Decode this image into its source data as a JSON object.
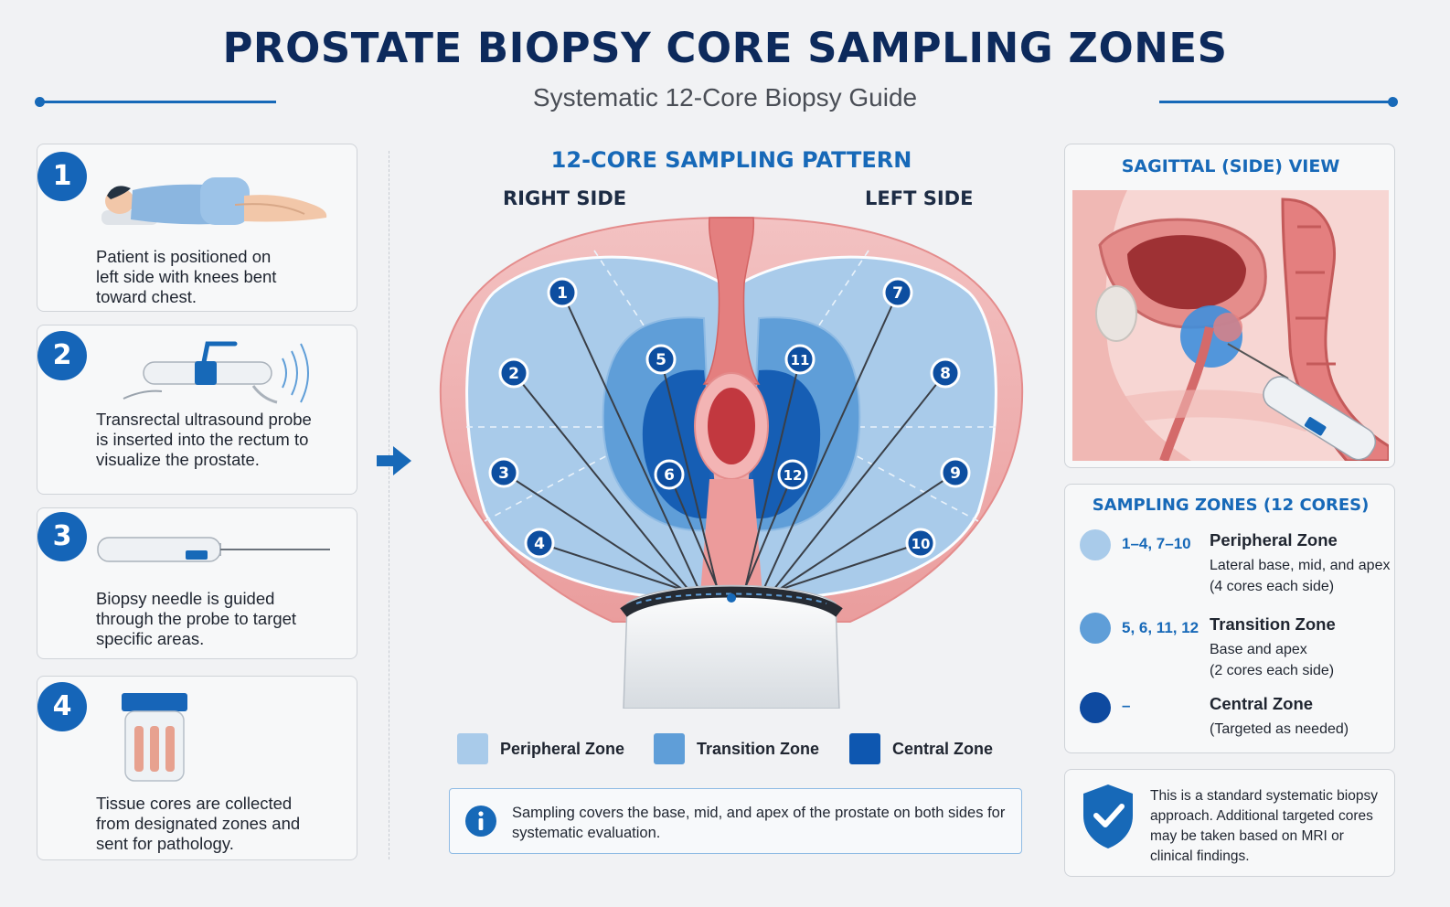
{
  "header": {
    "title": "PROSTATE BIOPSY CORE SAMPLING ZONES",
    "subtitle": "Systematic 12-Core Biopsy Guide"
  },
  "steps": [
    {
      "number": "1",
      "text": "Patient is positioned on left side with knees bent toward chest."
    },
    {
      "number": "2",
      "text": "Transrectal ultrasound probe is inserted into the rectum to visualize the prostate."
    },
    {
      "number": "3",
      "text": "Biopsy needle is guided through the probe to target specific areas."
    },
    {
      "number": "4",
      "text": "Tissue cores are collected from designated zones and sent for pathology."
    }
  ],
  "pattern": {
    "title": "12-CORE SAMPLING PATTERN",
    "right_label": "RIGHT SIDE",
    "left_label": "LEFT SIDE",
    "cores": [
      "1",
      "2",
      "3",
      "4",
      "5",
      "6",
      "7",
      "8",
      "9",
      "10",
      "11",
      "12"
    ]
  },
  "legend": [
    {
      "label": "Peripheral Zone",
      "color": "#a9cbea"
    },
    {
      "label": "Transition Zone",
      "color": "#5f9ed8"
    },
    {
      "label": "Central Zone",
      "color": "#0e57b0"
    }
  ],
  "info_note": "Sampling covers the base, mid, and apex of the prostate on both sides for systematic evaluation.",
  "sagittal": {
    "title": "SAGITTAL (SIDE) VIEW"
  },
  "zones": {
    "title": "SAMPLING ZONES (12 CORES)",
    "items": [
      {
        "cores": "1–4, 7–10",
        "name": "Peripheral Zone",
        "line1": "Lateral base, mid, and apex",
        "line2": "(4 cores each side)",
        "color": "#a9cbea"
      },
      {
        "cores": "5, 6, 11, 12",
        "name": "Transition Zone",
        "line1": "Base and apex",
        "line2": "(2 cores each side)",
        "color": "#5f9ed8"
      },
      {
        "cores": "–",
        "name": "Central Zone",
        "line1": "(Targeted as needed)",
        "line2": "",
        "color": "#0e4aa0"
      }
    ]
  },
  "disclaimer": "This is a standard systematic biopsy approach. Additional targeted cores may be taken based on MRI or clinical findings.",
  "colors": {
    "accent": "#1769b8",
    "navy": "#0d2a5c",
    "peripheral": "#a9cbea",
    "transition": "#5f9ed8",
    "central": "#0e57b0",
    "tissue": "#f0a8a8"
  }
}
